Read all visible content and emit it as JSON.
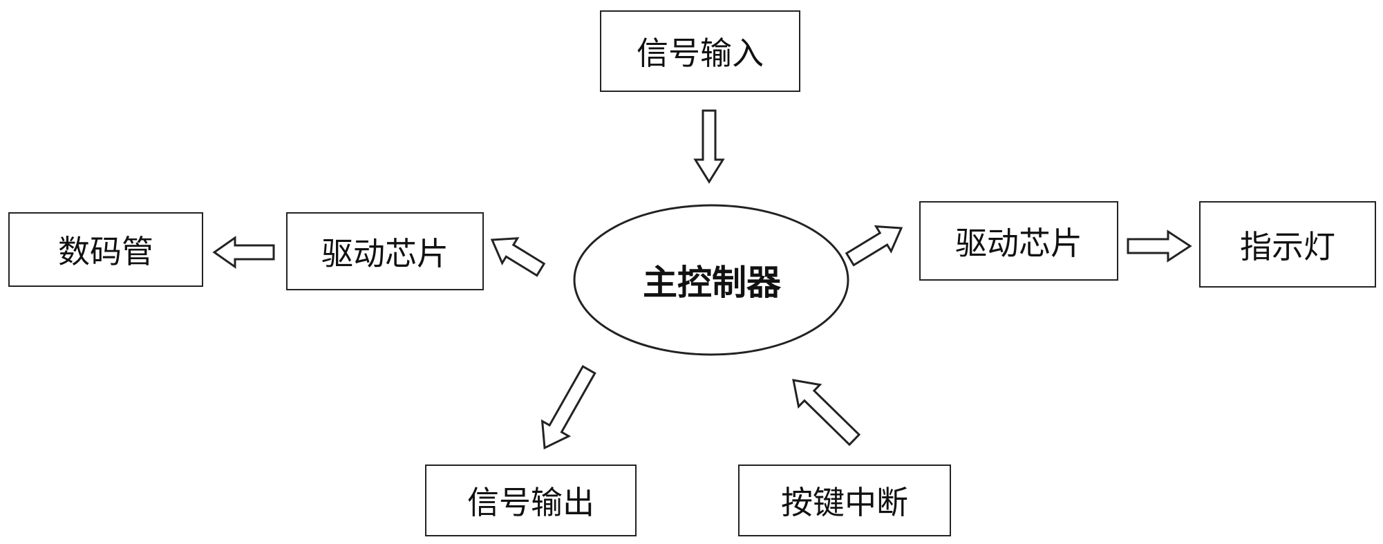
{
  "diagram": {
    "center": {
      "label": "主控制器"
    },
    "nodes": {
      "signal_input": "信号输入",
      "driver_chip_left": "驱动芯片",
      "led_display": "数码管",
      "driver_chip_right": "驱动芯片",
      "indicator_light": "指示灯",
      "signal_output": "信号输出",
      "key_interrupt": "按键中断"
    }
  }
}
